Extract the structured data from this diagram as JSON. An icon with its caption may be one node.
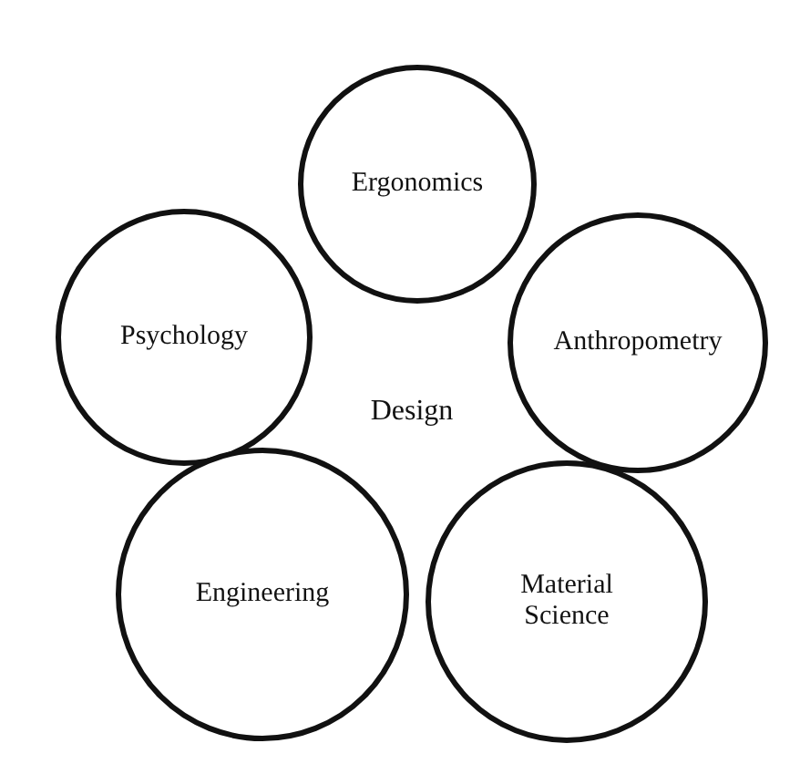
{
  "diagram": {
    "nodes": [
      {
        "text": [
          "Ergonomics"
        ]
      },
      {
        "text": [
          "Psychology"
        ]
      },
      {
        "text": [
          "Anthropometry"
        ]
      },
      {
        "text": [
          "Engineering"
        ]
      },
      {
        "text": [
          "Material Science"
        ]
      }
    ],
    "edges": [],
    "labels": [
      "Design"
    ]
  }
}
